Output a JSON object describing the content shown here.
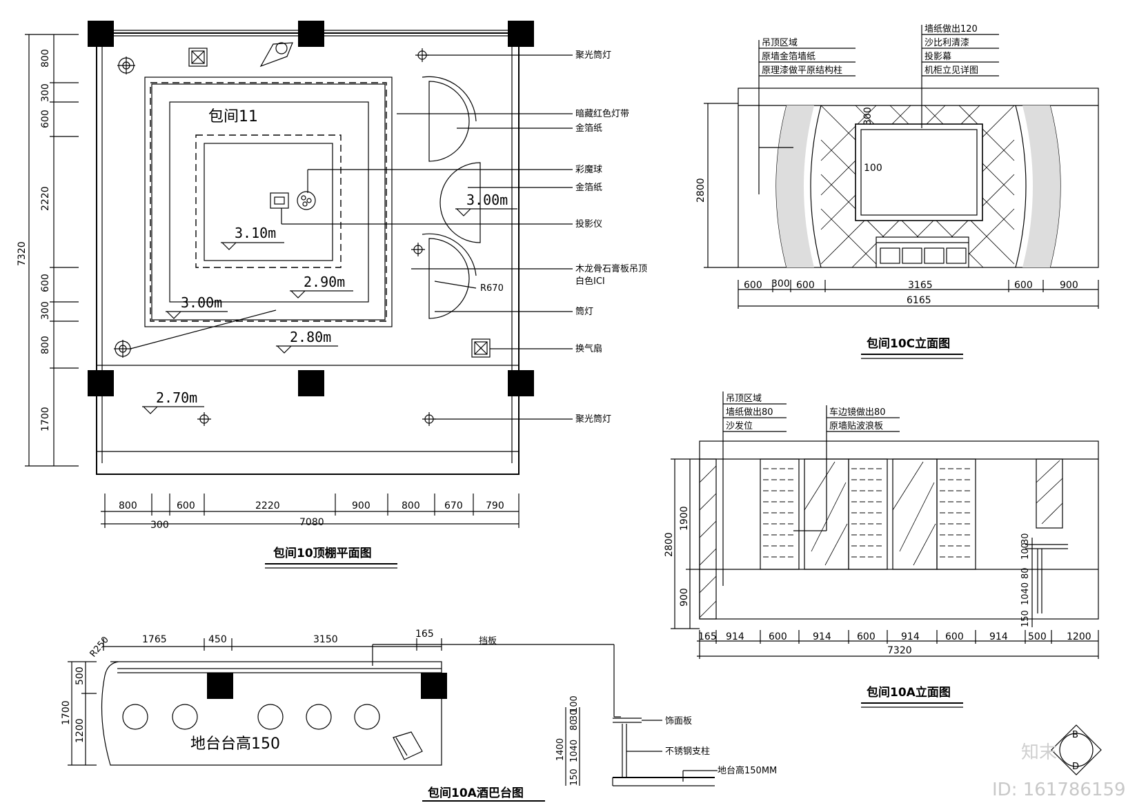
{
  "plan": {
    "room_label": "包间11",
    "title": "包间10顶棚平面图",
    "levels": [
      "3.10m",
      "3.00m",
      "2.90m",
      "3.00m",
      "2.80m",
      "2.70m"
    ],
    "callouts": [
      "聚光筒灯",
      "暗藏红色灯带",
      "金箔纸",
      "彩魔球",
      "金箔纸",
      "投影仪",
      "木龙骨石膏板吊顶",
      "白色ICI",
      "筒灯",
      "换气扇",
      "聚光筒灯"
    ],
    "radius": "R670",
    "left_dims": [
      "800",
      "300",
      "600",
      "2220",
      "600",
      "300",
      "800",
      "1700"
    ],
    "left_total": "7320",
    "bottom_dims": [
      "800",
      "600",
      "2220",
      "900",
      "800",
      "670",
      "790"
    ],
    "bottom_extra": "300",
    "bottom_total": "7080"
  },
  "elev_c": {
    "title": "包间10C立面图",
    "callouts_left": [
      "吊顶区域",
      "原墙金箔墙纸",
      "原理漆做平原结构柱"
    ],
    "callouts_right": [
      "墙纸做出120",
      "沙比利清漆",
      "投影幕",
      "机柜立见详图"
    ],
    "dims": [
      "600",
      "300",
      "600",
      "3165",
      "600",
      "900"
    ],
    "total": "6165",
    "height": "2800",
    "inner_300": "300",
    "inner_100": "100"
  },
  "elev_a": {
    "title": "包间10A立面图",
    "callouts_left": [
      "吊顶区域",
      "墙纸做出80",
      "沙发位"
    ],
    "callouts_right": [
      "车边镜做出80",
      "原墙贴波浪板"
    ],
    "dims": [
      "165",
      "914",
      "600",
      "914",
      "600",
      "914",
      "600",
      "914",
      "500",
      "1200"
    ],
    "total": "7320",
    "height": "2800",
    "h_upper": "1900",
    "h_lower": "900",
    "bar_dims": [
      "100",
      "80",
      "30",
      "1040",
      "150"
    ]
  },
  "bar": {
    "title": "包间10A酒巴台图",
    "label": "地台台高150",
    "top_dims": [
      "1765",
      "450",
      "3150",
      "165"
    ],
    "left_dims": [
      "500",
      "1200"
    ],
    "left_total": "1700",
    "radius": "R250",
    "section_callouts": [
      "挡板",
      "饰面板",
      "不锈钢支柱",
      "地台高150MM"
    ],
    "section_dims": [
      "100",
      "80",
      "30",
      "1040",
      "150"
    ],
    "section_total": "1400"
  },
  "watermark": {
    "logo": "知末",
    "id": "ID: 161786159"
  }
}
